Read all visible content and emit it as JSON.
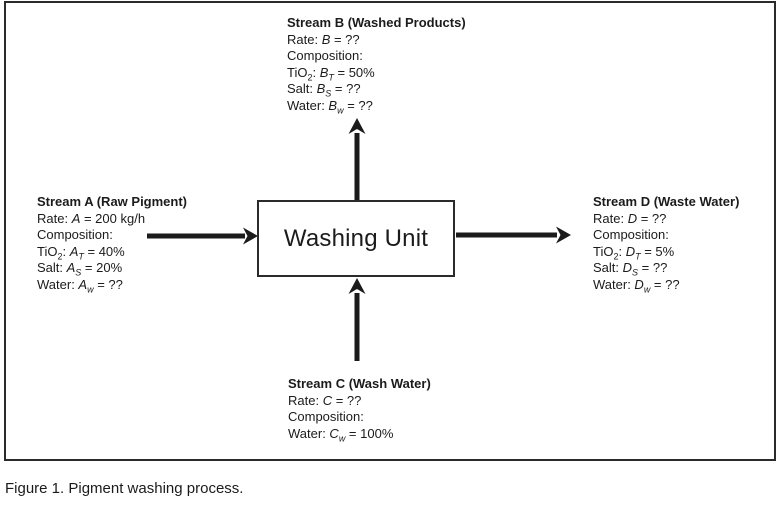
{
  "figure": {
    "caption": "Figure 1. Pigment washing process.",
    "unit": {
      "label": "Washing Unit"
    },
    "colors": {
      "ink": "#1b1b1b",
      "background": "#ffffff",
      "border": "#2b2b2b"
    },
    "streams": {
      "a": {
        "title": "Stream A (Raw Pigment)",
        "lines": [
          [
            {
              "t": "Rate: "
            },
            {
              "t": "A",
              "i": true
            },
            {
              "t": " = 200 kg/h"
            }
          ],
          [
            {
              "t": "Composition:"
            }
          ],
          [
            {
              "t": "TiO"
            },
            {
              "t": "2",
              "sub": true
            },
            {
              "t": ": "
            },
            {
              "t": "A",
              "i": true
            },
            {
              "t": "T",
              "i": true,
              "sub": true
            },
            {
              "t": " = 40%"
            }
          ],
          [
            {
              "t": "Salt: "
            },
            {
              "t": "A",
              "i": true
            },
            {
              "t": "S",
              "i": true,
              "sub": true
            },
            {
              "t": " = 20%"
            }
          ],
          [
            {
              "t": "Water: "
            },
            {
              "t": "A",
              "i": true
            },
            {
              "t": "w",
              "i": true,
              "sub": true
            },
            {
              "t": " = ??"
            }
          ]
        ]
      },
      "b": {
        "title": "Stream B (Washed Products)",
        "lines": [
          [
            {
              "t": "Rate: "
            },
            {
              "t": "B",
              "i": true
            },
            {
              "t": " = ??"
            }
          ],
          [
            {
              "t": "Composition:"
            }
          ],
          [
            {
              "t": "TiO"
            },
            {
              "t": "2",
              "sub": true
            },
            {
              "t": ": "
            },
            {
              "t": "B",
              "i": true
            },
            {
              "t": "T",
              "i": true,
              "sub": true
            },
            {
              "t": " = 50%"
            }
          ],
          [
            {
              "t": "Salt: "
            },
            {
              "t": "B",
              "i": true
            },
            {
              "t": "S",
              "i": true,
              "sub": true
            },
            {
              "t": " = ??"
            }
          ],
          [
            {
              "t": "Water: "
            },
            {
              "t": "B",
              "i": true
            },
            {
              "t": "w",
              "i": true,
              "sub": true
            },
            {
              "t": " = ??"
            }
          ]
        ]
      },
      "c": {
        "title": "Stream C (Wash Water)",
        "lines": [
          [
            {
              "t": "Rate: "
            },
            {
              "t": "C",
              "i": true
            },
            {
              "t": " = ??"
            }
          ],
          [
            {
              "t": "Composition:"
            }
          ],
          [
            {
              "t": "Water: "
            },
            {
              "t": "C",
              "i": true
            },
            {
              "t": "w",
              "i": true,
              "sub": true
            },
            {
              "t": " = 100%"
            }
          ]
        ]
      },
      "d": {
        "title": "Stream D (Waste Water)",
        "lines": [
          [
            {
              "t": "Rate: "
            },
            {
              "t": "D",
              "i": true
            },
            {
              "t": " = ??"
            }
          ],
          [
            {
              "t": "Composition:"
            }
          ],
          [
            {
              "t": "TiO"
            },
            {
              "t": "2",
              "sub": true
            },
            {
              "t": ": "
            },
            {
              "t": "D",
              "i": true
            },
            {
              "t": "T",
              "i": true,
              "sub": true
            },
            {
              "t": " = 5%"
            }
          ],
          [
            {
              "t": "Salt: "
            },
            {
              "t": "D",
              "i": true
            },
            {
              "t": "S",
              "i": true,
              "sub": true
            },
            {
              "t": " = ??"
            }
          ],
          [
            {
              "t": "Water: "
            },
            {
              "t": "D",
              "i": true
            },
            {
              "t": "w",
              "i": true,
              "sub": true
            },
            {
              "t": " = ??"
            }
          ]
        ]
      }
    }
  }
}
